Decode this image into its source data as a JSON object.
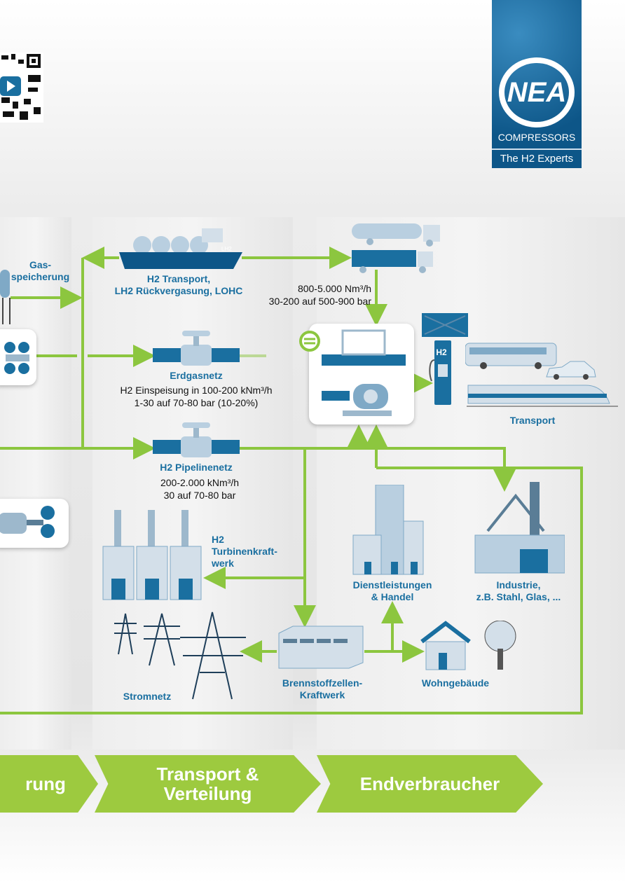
{
  "logo": {
    "brand": "NEA",
    "line1": "COMPRESSORS",
    "tagline": "The H2 Experts"
  },
  "labels": {
    "gasspeicherung": "Gas-\nspeicherung",
    "ship": "H2 Transport,\nLH2 Rückvergasung, LOHC",
    "truck_flow": "800-5.000 Nm³/h",
    "truck_pressure": "30-200 auf 500-900 bar",
    "erdgasnetz": "Erdgasnetz",
    "erdgas_flow": "H2 Einspeisung in 100-200 kNm³/h",
    "erdgas_pressure": "1-30 auf 70-80 bar (10-20%)",
    "pipeline": "H2 Pipelinenetz",
    "pipeline_flow": "200-2.000 kNm³/h",
    "pipeline_pressure": "30 auf 70-80 bar",
    "turbine": "H2\nTurbinenkraft-\nwerk",
    "transport": "Transport",
    "dienst": "Dienstleistungen\n& Handel",
    "industrie": "Industrie,\nz.B. Stahl, Glas, ...",
    "strom": "Stromnetz",
    "brennstoff": "Brennstoffzellen-\nKraftwerk",
    "wohn": "Wohngebäude",
    "ship_mark": "LH2",
    "h2_pump": "H2"
  },
  "stages": [
    {
      "label": "rung"
    },
    {
      "label": "Transport &\nVerteilung"
    },
    {
      "label": "Endverbraucher"
    }
  ],
  "colors": {
    "green": "#8cc63f",
    "blue": "#1a6fa0",
    "dark_blue": "#0d5688"
  }
}
